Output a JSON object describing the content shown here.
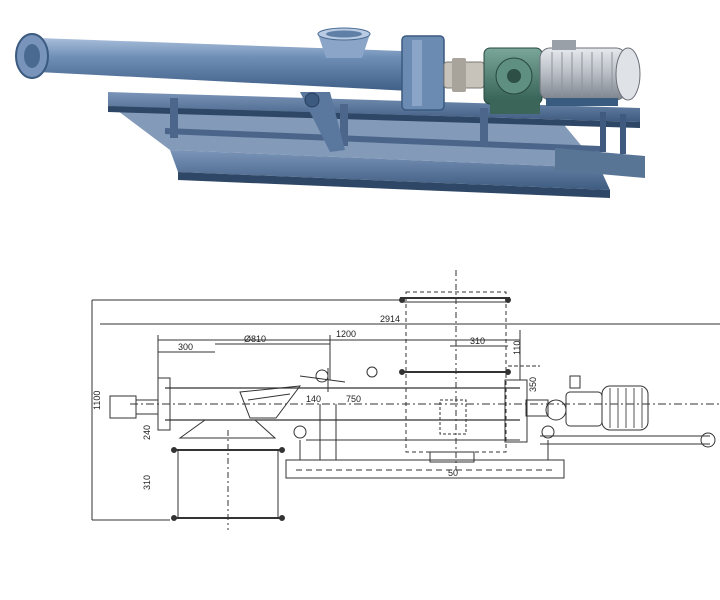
{
  "colors": {
    "machine_body": "#5f7fa6",
    "machine_dark": "#3f5f88",
    "machine_light": "#9fb6d2",
    "motor_fins": "#c9ced6",
    "coupling": "#b8b5ae",
    "gearbox": "#4c7c6e",
    "drawing_line": "#333333",
    "drawing_dim": "#555555",
    "background": "#ffffff"
  },
  "photo": {
    "subject": "screw-conveyor-photo",
    "parts": [
      "inlet-flange",
      "conveyor-tube",
      "inlet-hopper",
      "end-housing",
      "coupling",
      "gear-reducer",
      "electric-motor",
      "support-frame",
      "skid-base"
    ]
  },
  "drawing": {
    "dimensions": {
      "overall_height": "1100",
      "length_2914": "2914",
      "length_1200": "1200",
      "length_300": "300",
      "length_810": "Ø810",
      "length_310_top": "310",
      "length_110": "110",
      "length_750": "750",
      "length_140": "140",
      "length_240": "240",
      "length_310_side": "310",
      "length_350": "350",
      "label_50": "50"
    }
  }
}
